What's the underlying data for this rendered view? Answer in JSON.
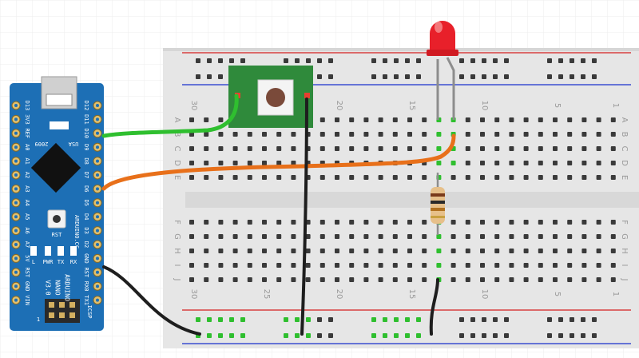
{
  "board": {
    "col_numbers": [
      "30",
      "25",
      "20",
      "15",
      "10",
      "5",
      "1"
    ],
    "row_letters_top": [
      "A",
      "B",
      "C",
      "D",
      "E"
    ],
    "row_letters_bottom": [
      "F",
      "G",
      "H",
      "I",
      "J"
    ]
  },
  "nano": {
    "left_pins": [
      "D13",
      "3V3",
      "REF",
      "A0",
      "A1",
      "A2",
      "A3",
      "A4",
      "A5",
      "A6",
      "A7",
      "5V",
      "RST",
      "GND",
      "VIN"
    ],
    "right_pins": [
      "D12",
      "D11",
      "D10",
      "D9",
      "D8",
      "D7",
      "D6",
      "D5",
      "D4",
      "D3",
      "D2",
      "GND",
      "RST",
      "RX0",
      "TX1"
    ],
    "board_text": [
      "ARDUINO",
      "NANO",
      "V3.0"
    ],
    "site": "ARDUINO.CC",
    "usa": "USA",
    "year": "2009",
    "rst_label": "RST",
    "pwr_label": "PWR",
    "rx_label": "RX",
    "tx_label": "TX",
    "l_label": "L",
    "icsp_label": "ICSP",
    "one_mark": "1"
  },
  "colors": {
    "breadboard": "#eaeaea",
    "nano_blue": "#1d6fb5",
    "wire_green": "#2fbf2f",
    "wire_orange": "#e8701a",
    "wire_black": "#1e1e1e",
    "led_red": "#e8202a",
    "button_green": "#2f8a3b",
    "rail_red": "#d94040",
    "rail_blue": "#3b4fd0"
  }
}
